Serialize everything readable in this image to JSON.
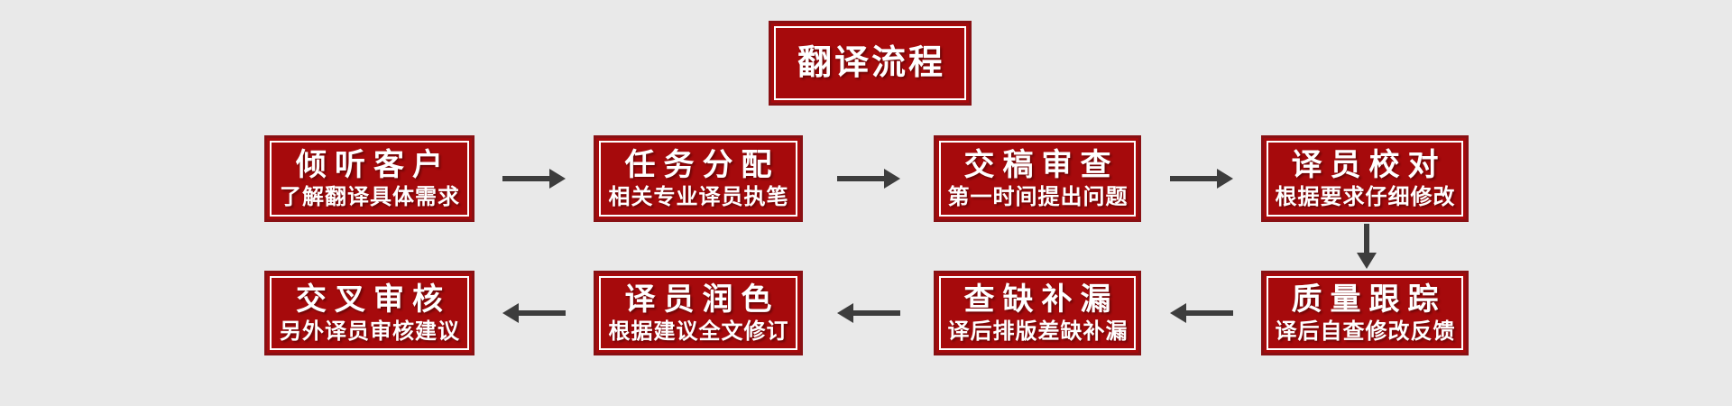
{
  "diagram": {
    "title": "翻译流程",
    "steps": [
      {
        "title": "倾听客户",
        "subtitle": "了解翻译具体需求"
      },
      {
        "title": "任务分配",
        "subtitle": "相关专业译员执笔"
      },
      {
        "title": "交稿审查",
        "subtitle": "第一时间提出问题"
      },
      {
        "title": "译员校对",
        "subtitle": "根据要求仔细修改"
      },
      {
        "title": "质量跟踪",
        "subtitle": "译后自查修改反馈"
      },
      {
        "title": "查缺补漏",
        "subtitle": "译后排版差缺补漏"
      },
      {
        "title": "译员润色",
        "subtitle": "根据建议全文修订"
      },
      {
        "title": "交叉审核",
        "subtitle": "另外译员审核建议"
      }
    ],
    "arrows": [
      {
        "from": "倾听客户",
        "to": "任务分配",
        "direction": "right"
      },
      {
        "from": "任务分配",
        "to": "交稿审查",
        "direction": "right"
      },
      {
        "from": "交稿审查",
        "to": "译员校对",
        "direction": "right"
      },
      {
        "from": "译员校对",
        "to": "质量跟踪",
        "direction": "down"
      },
      {
        "from": "质量跟踪",
        "to": "查缺补漏",
        "direction": "left"
      },
      {
        "from": "查缺补漏",
        "to": "译员润色",
        "direction": "left"
      },
      {
        "from": "译员润色",
        "to": "交叉审核",
        "direction": "left"
      }
    ],
    "colors": {
      "background": "#e9e9e9",
      "box_fill": "#a60a0c",
      "box_border": "#891013",
      "box_inner_border": "#ffffff",
      "text": "#ffffff",
      "arrow": "#3d3d3d"
    }
  }
}
